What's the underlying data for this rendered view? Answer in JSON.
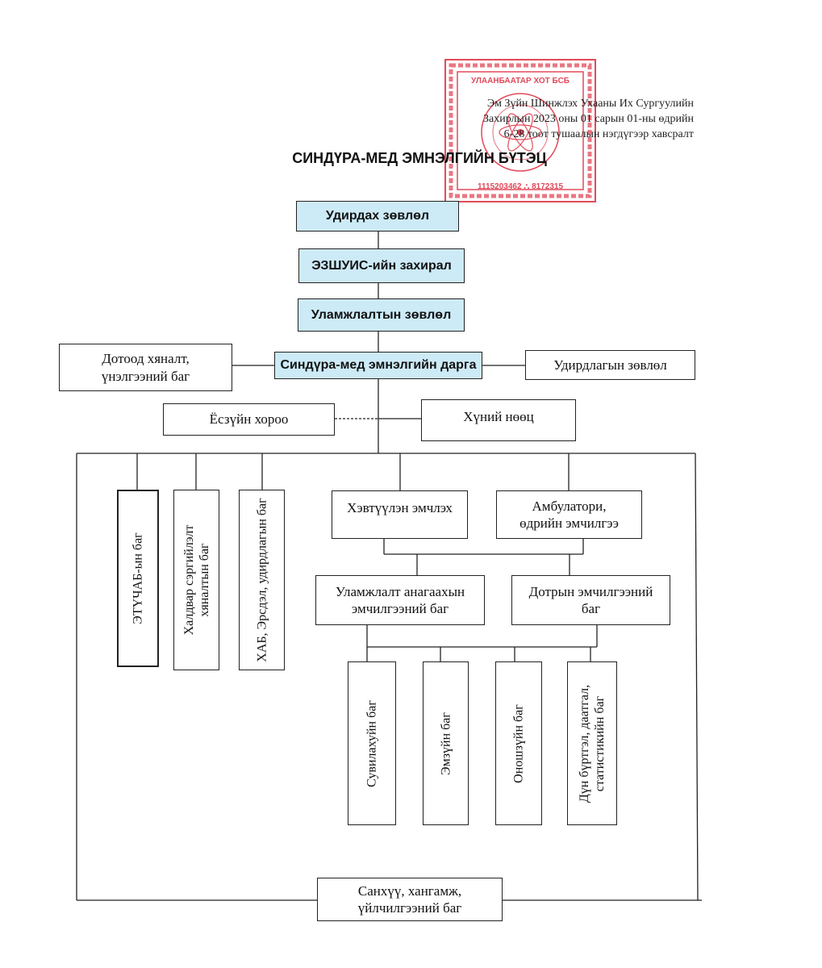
{
  "approval": {
    "line1": "Эм Зүйн Шинжлэх Ухааны Их Сургуулийн",
    "line2": "Захирлын 2023 оны 01 сарын 01-ны өдрийн",
    "line3": "6-28 тоот тушаалын нэгдүгээр хавсралт"
  },
  "stamp": {
    "top_text": "УЛААНБААТАР ХОТ БСБ",
    "bottom_text": "1115203462 ⛬ 8172315",
    "color": "#e24a5a"
  },
  "title": "СИНДҮРА-МЕД ЭМНЭЛГИЙН БҮТЭЦ",
  "nodes": {
    "board": "Удирдах зөвлөл",
    "director": "ЭЗШУИС-ийн захирал",
    "traditional_council": "Уламжлалтын зөвлөл",
    "hospital_head": "Синдүра-мед эмнэлгийн дарга",
    "internal_control": "Дотоод хяналт, үнэлгээний баг",
    "management_council": "Удирдлагын зөвлөл",
    "ethics_committee": "Ёсзүйн хороо",
    "hr": "Хүний нөөц",
    "etuchab": "ЭТҮЧАБ-ын баг",
    "infection": "Халдвар сэргийлэлт хяналтын баг",
    "hab": "ХАБ, Эрсдэл, удирдлагын баг",
    "inpatient": "Хэвтүүлэн эмчлэх",
    "outpatient": "Амбулатори, өдрийн эмчилгээ",
    "traditional_treatment": "Уламжлалт анагаахын эмчилгээний баг",
    "internal_medicine": "Дотрын эмчилгээний баг",
    "nursing": "Сувилахуйн баг",
    "pharmacy": "Эмзүйн баг",
    "diagnostics": "Оношзүйн баг",
    "records": "Дүн бүртгэл, даатгал, статистикийн баг",
    "finance": "Санхүү, хангамж, үйлчилгээний баг"
  },
  "colors": {
    "highlight": "#cdeaf7",
    "line": "#222222"
  }
}
